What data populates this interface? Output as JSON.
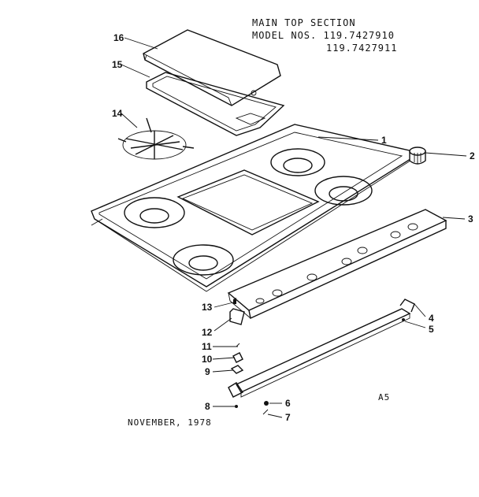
{
  "header": {
    "title_line": "MAIN TOP SECTION",
    "models_line1": "MODEL NOS. 119.7427910",
    "models_line2": "119.7427911"
  },
  "footer": {
    "date": "NOVEMBER, 1978",
    "code": "A5"
  },
  "callouts": [
    "16",
    "15",
    "14",
    "1",
    "2",
    "3",
    "4",
    "5",
    "13",
    "12",
    "11",
    "10",
    "9",
    "8",
    "6",
    "7"
  ]
}
